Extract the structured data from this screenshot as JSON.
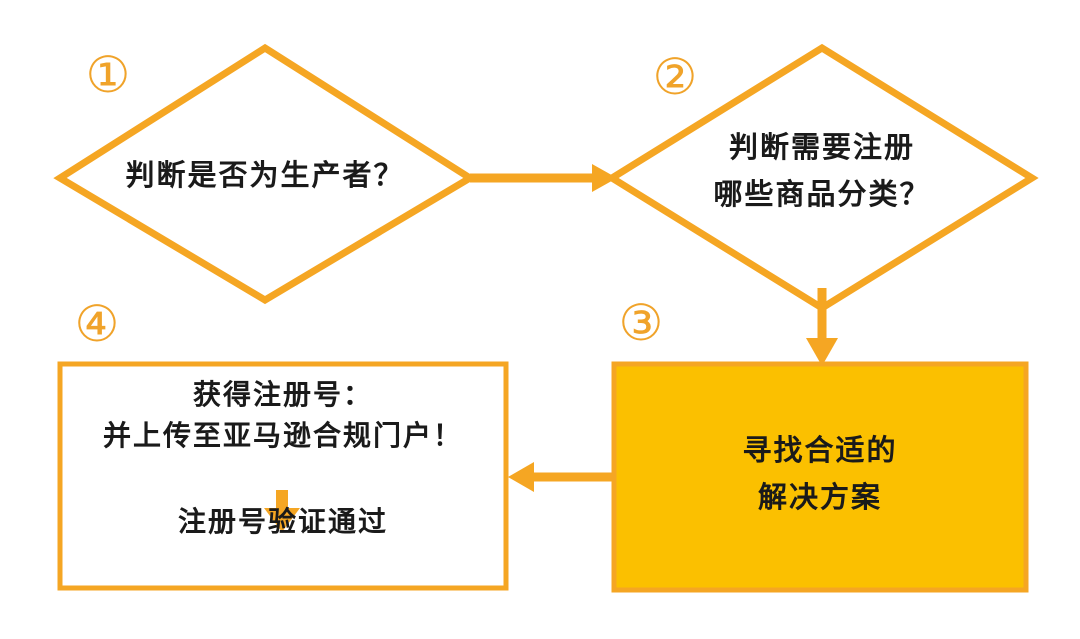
{
  "diagram": {
    "title": "Amazon compliance registration flow",
    "background": "#ffffff",
    "accent_stroke": "#F5A623",
    "accent_fill": "#FBC000",
    "badge_color": "#F0A32A",
    "text_color": "#1a1a1a"
  },
  "steps": [
    {
      "id": "step-1",
      "badge": "①",
      "shape": "diamond",
      "lines": [
        "判断是否为生产者？"
      ]
    },
    {
      "id": "step-2",
      "badge": "②",
      "shape": "diamond",
      "lines": [
        "判断需要注册",
        "哪些商品分类？"
      ]
    },
    {
      "id": "step-3",
      "badge": "③",
      "shape": "filled-rectangle",
      "lines": [
        "寻找合适的",
        "解决方案"
      ]
    },
    {
      "id": "step-4",
      "badge": "④",
      "shape": "outlined-rectangle",
      "lines": [
        "获得注册号：",
        "并上传至亚马逊合规门户！",
        "注册号验证通过"
      ],
      "inner_arrow": "down-arrow-icon"
    }
  ],
  "connectors": [
    {
      "id": "connector-1-2",
      "from": "step-1",
      "to": "step-2",
      "direction": "right"
    },
    {
      "id": "connector-2-3",
      "from": "step-2",
      "to": "step-3",
      "direction": "down"
    },
    {
      "id": "connector-3-4",
      "from": "step-3",
      "to": "step-4",
      "direction": "left"
    }
  ]
}
